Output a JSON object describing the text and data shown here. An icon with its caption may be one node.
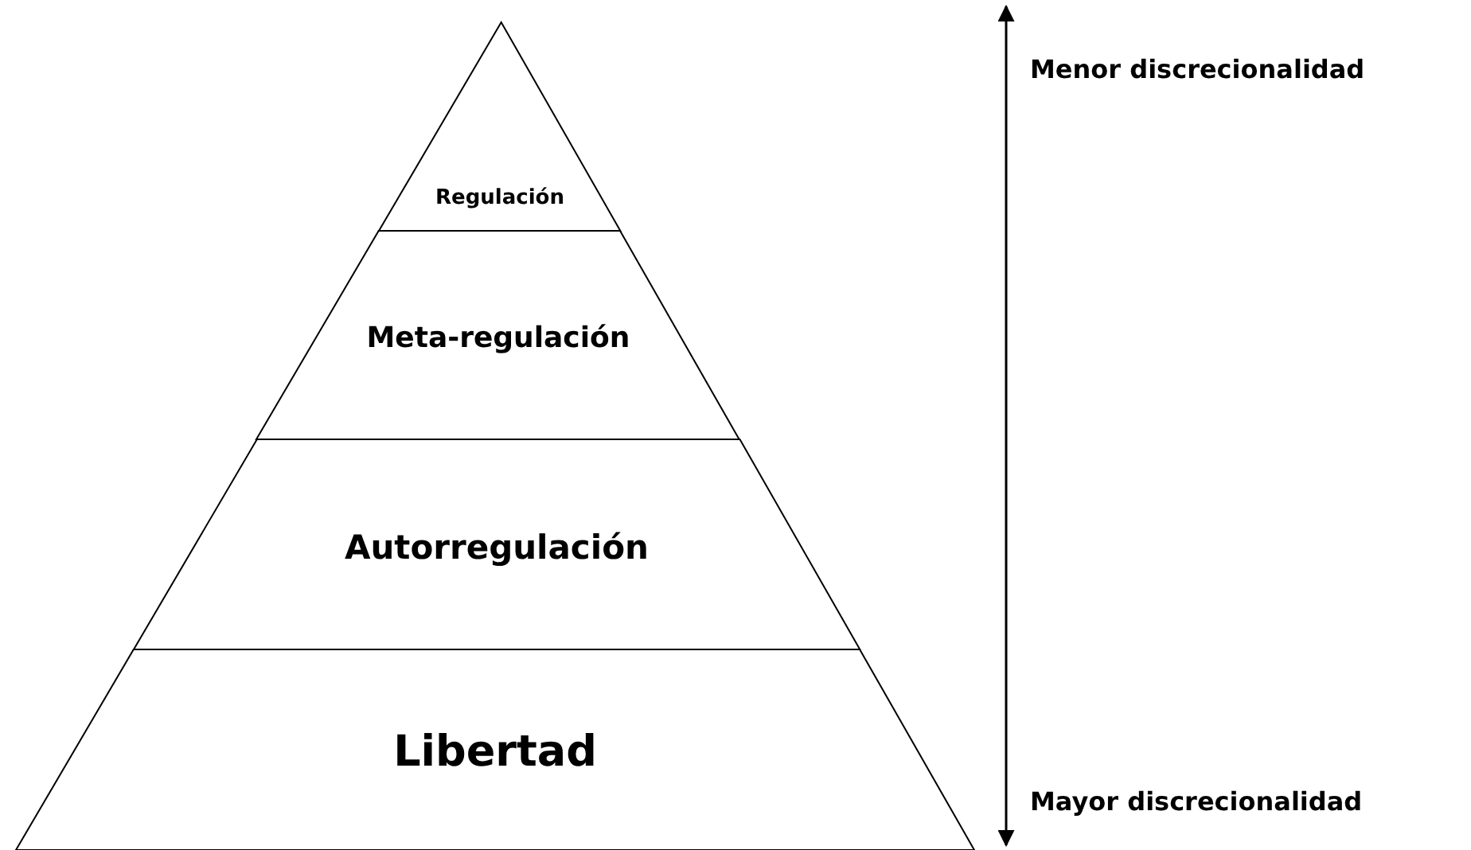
{
  "diagram": {
    "nodes": [
      {
        "text": [
          "Regulación"
        ]
      },
      {
        "text": [
          "Meta-regulación"
        ]
      },
      {
        "text": [
          "Autorregulación"
        ]
      },
      {
        "text": [
          "Libertad"
        ]
      }
    ],
    "labels": [
      "Menor discrecionalidad",
      "Mayor discrecionalidad"
    ]
  }
}
